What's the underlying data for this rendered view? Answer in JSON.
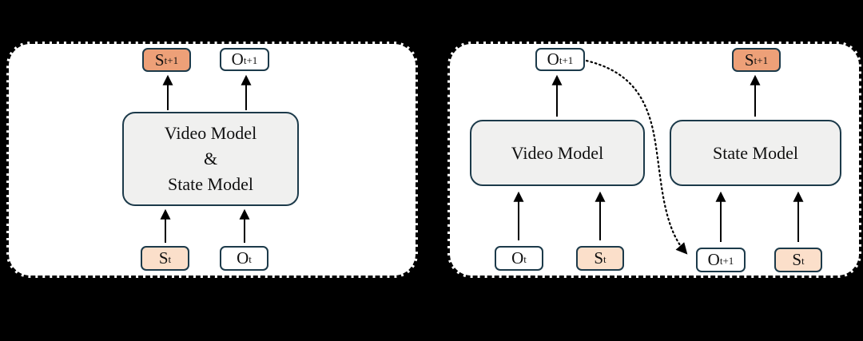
{
  "colors": {
    "bg": "#000000",
    "panel_fill": "#ffffff",
    "panel_border": "#000000",
    "box_border": "#1c3a4a",
    "model_fill": "#f0f0ef",
    "orange_fill": "#eda078",
    "peach_fill": "#fbdfca",
    "text": "#101010",
    "arrow": "#000000"
  },
  "left_panel": {
    "model": {
      "line1": "Video Model",
      "line2": "&",
      "line3": "State Model"
    },
    "output_s": {
      "base": "S",
      "sub": "t+1"
    },
    "output_o": {
      "base": "O",
      "sub": "t+1"
    },
    "input_s": {
      "base": "S",
      "sub": "t"
    },
    "input_o": {
      "base": "O",
      "sub": "t"
    }
  },
  "right_panel": {
    "video_model": {
      "label": "Video Model"
    },
    "state_model": {
      "label": "State Model"
    },
    "video_output_o": {
      "base": "O",
      "sub": "t+1"
    },
    "state_output_s": {
      "base": "S",
      "sub": "t+1"
    },
    "video_input_o": {
      "base": "O",
      "sub": "t"
    },
    "video_input_s": {
      "base": "S",
      "sub": "t"
    },
    "state_input_o": {
      "base": "O",
      "sub": "t+1"
    },
    "state_input_s": {
      "base": "S",
      "sub": "t"
    }
  }
}
